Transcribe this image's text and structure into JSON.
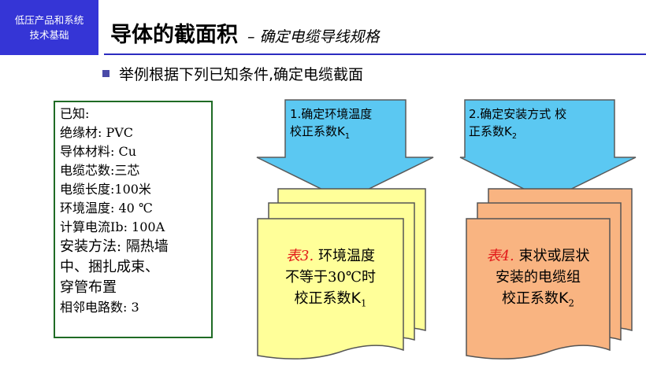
{
  "logo": {
    "line1": "低压产品和系统",
    "line2": "技术基础"
  },
  "title": {
    "main": "导体的截面积",
    "sub": "– 确定电缆导线规格"
  },
  "bullet": "举例根据下列已知条件,确定电缆截面",
  "known": {
    "heading": "已知:",
    "items": [
      "绝缘材: PVC",
      "导体材料: Cu",
      "电缆芯数:三芯",
      "电缆长度:100米",
      "环境温度: 40 ℃",
      "计算电流Ib: 100A",
      "安装方法: 隔热墙",
      "中、捆扎成束、",
      "穿管布置",
      "相邻电路数: 3"
    ]
  },
  "step1": {
    "line1": "1.确定环境温度",
    "line2": "校正系数K",
    "sub": "1"
  },
  "step2": {
    "line1": "2.确定安装方式 校",
    "line2": "正系数K",
    "sub": "2"
  },
  "table3": {
    "name": "表3.",
    "line1": " 环境温度",
    "line2": "不等于30℃时",
    "line3": "校正系数",
    "k": "K",
    "sub": "1"
  },
  "table4": {
    "name": "表4.",
    "line1": " 束状或层状",
    "line2": "安装的电缆组",
    "line3": "校正系数",
    "k": "K",
    "sub": "2"
  },
  "colors": {
    "logo_bg": "#3535d6",
    "arrow_fill": "#5bc8f2",
    "table3_fill": "#ffff99",
    "table4_fill": "#f9b481",
    "table_name": "#e21a1a",
    "known_border": "#1f6b25"
  }
}
